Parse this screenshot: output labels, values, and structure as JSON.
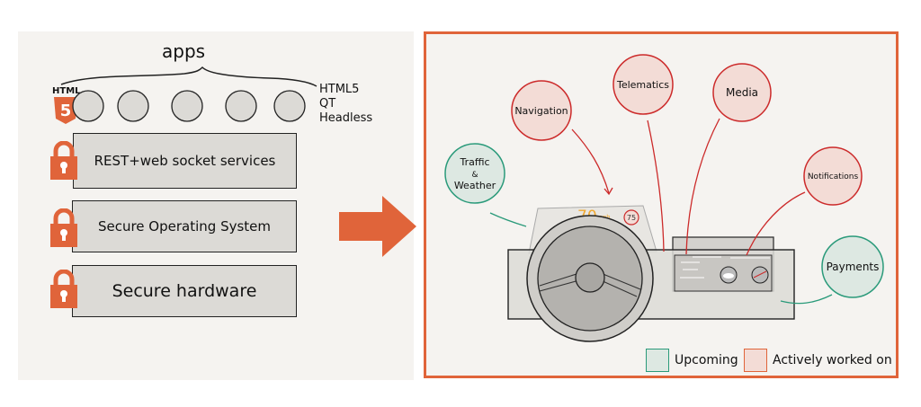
{
  "left": {
    "apps_title": "apps",
    "html5_badge_label": "HTML",
    "html5_badge_glyph": "5",
    "app_formats": [
      "HTML5",
      "QT",
      "Headless"
    ],
    "app_slot_count": 5,
    "layers": [
      {
        "label": "REST+web socket services",
        "icon": "lock-icon"
      },
      {
        "label": "Secure Operating System",
        "icon": "lock-icon"
      },
      {
        "label": "Secure hardware",
        "icon": "lock-icon"
      }
    ]
  },
  "arrow": {
    "icon": "right-arrow-icon",
    "color": "#e0643a"
  },
  "right": {
    "features": [
      {
        "id": "navigation",
        "label": "Navigation",
        "status": "active"
      },
      {
        "id": "telematics",
        "label": "Telematics",
        "status": "active"
      },
      {
        "id": "media",
        "label": "Media",
        "status": "active"
      },
      {
        "id": "notifications",
        "label": "Notifications",
        "status": "active"
      },
      {
        "id": "traffic-weather",
        "label_lines": [
          "Traffic",
          "&",
          "Weather"
        ],
        "status": "upcoming"
      },
      {
        "id": "payments",
        "label": "Payments",
        "status": "upcoming"
      }
    ],
    "hud": {
      "speed": "70",
      "unit": "mph",
      "limit": "75"
    },
    "legend": [
      {
        "label": "Upcoming",
        "status": "upcoming"
      },
      {
        "label": "Actively worked on",
        "status": "active"
      }
    ]
  },
  "colors": {
    "accent": "#e0643a",
    "active_stroke": "#cc2a2a",
    "active_fill": "#f3dcd6",
    "upcoming_stroke": "#2a9a7a",
    "upcoming_fill": "#dde8e2",
    "box_fill": "#dcdad6",
    "background": "#f5f3f0"
  }
}
